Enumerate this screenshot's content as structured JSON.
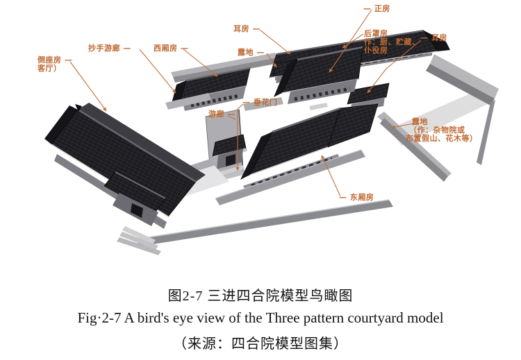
{
  "figure": {
    "label_color": "#bf6a33",
    "labels": {
      "daozuofang": {
        "line1": "倒座房 —",
        "line2": "客厅）"
      },
      "chaoshouyoulang": {
        "text": "抄手游廊 —"
      },
      "xixiangfang": {
        "text": "西厢房 —"
      },
      "erfang_west": {
        "text": "耳房 —"
      },
      "ludi_center": {
        "text": "露地 —"
      },
      "zhengfang": {
        "text": "— 正房"
      },
      "houzhaofang": {
        "line1": "后罩房",
        "line2": "作：厨、贮藏、",
        "line3": "仆役房"
      },
      "erfang_east": {
        "text": "— 耳房"
      },
      "ludi_east": {
        "line1": "露地",
        "line2": "（作：杂物院或",
        "line3": "布置假山、花木等）"
      },
      "dongxiangfang": {
        "text": "— 东厢房"
      },
      "chuihuamen": {
        "text": "— 垂花门"
      },
      "youlang": {
        "text": "游廊 —"
      }
    }
  },
  "captions": {
    "zh": "图2-7 三进四合院模型鸟瞰图",
    "en": "Fig·2-7 A bird's eye view of the Three pattern courtyard model",
    "source": "（来源：四合院模型图集）"
  }
}
